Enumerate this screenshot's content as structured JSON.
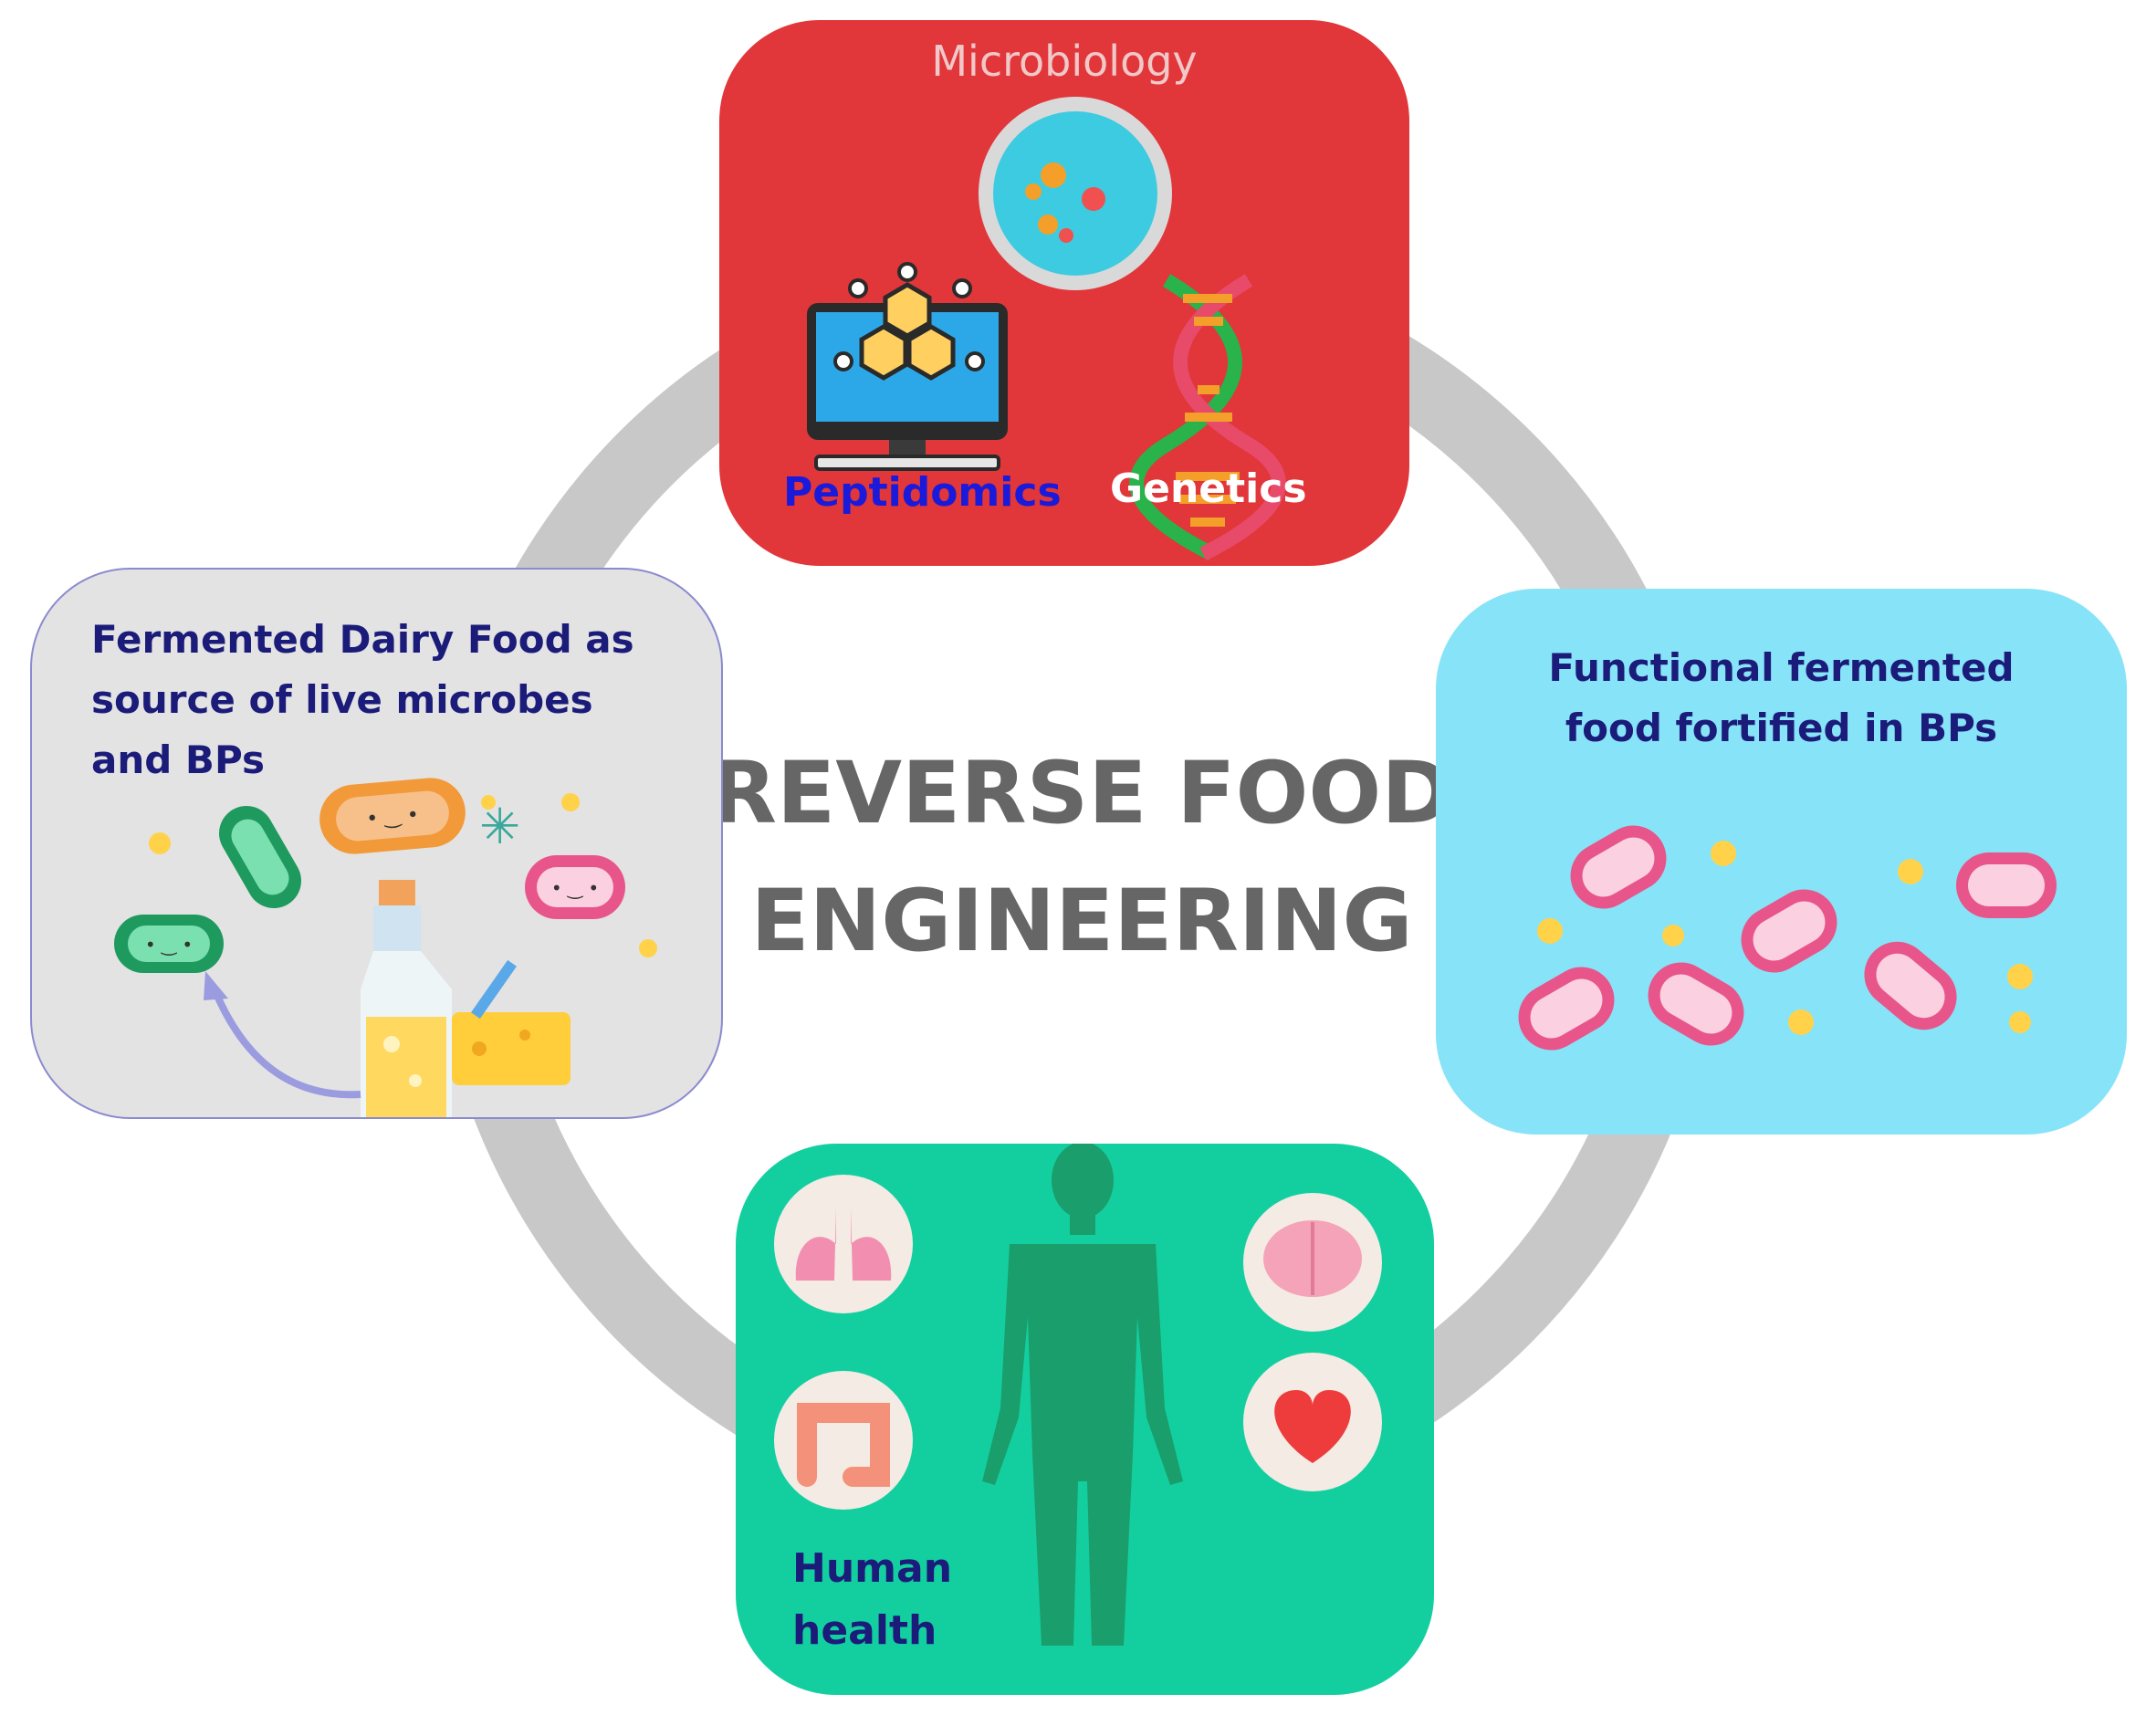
{
  "center": {
    "line1": "REVERSE FOOD",
    "line2": "ENGINEERING"
  },
  "boxes": {
    "microbiology": {
      "title": "Microbiology",
      "label_left": "Peptidomics",
      "label_right": "Genetics"
    },
    "dairy": {
      "line1": "Fermented Dairy Food as",
      "line2": "source of live microbes",
      "line3": "and BPs"
    },
    "functional": {
      "line1": "Functional fermented",
      "line2": "food fortified in BPs"
    },
    "health": {
      "line1": "Human",
      "line2": "health"
    }
  },
  "colors": {
    "ring": "#c8c8c8",
    "microbiology_bg": "#e1363a",
    "dairy_bg": "#e3e3e3",
    "functional_bg": "#87e3f8",
    "health_bg": "#13cfa0",
    "title_text": "#666666",
    "navy_text": "#1b1b7a",
    "blue_text": "#1a1adb"
  },
  "icons": [
    "petri-dish-icon",
    "molecule-monitor-icon",
    "dna-icon",
    "bacteria-icon",
    "milk-bottle-icon",
    "cheese-icon",
    "lungs-icon",
    "brain-icon",
    "intestine-icon",
    "heart-icon",
    "human-silhouette-icon"
  ]
}
